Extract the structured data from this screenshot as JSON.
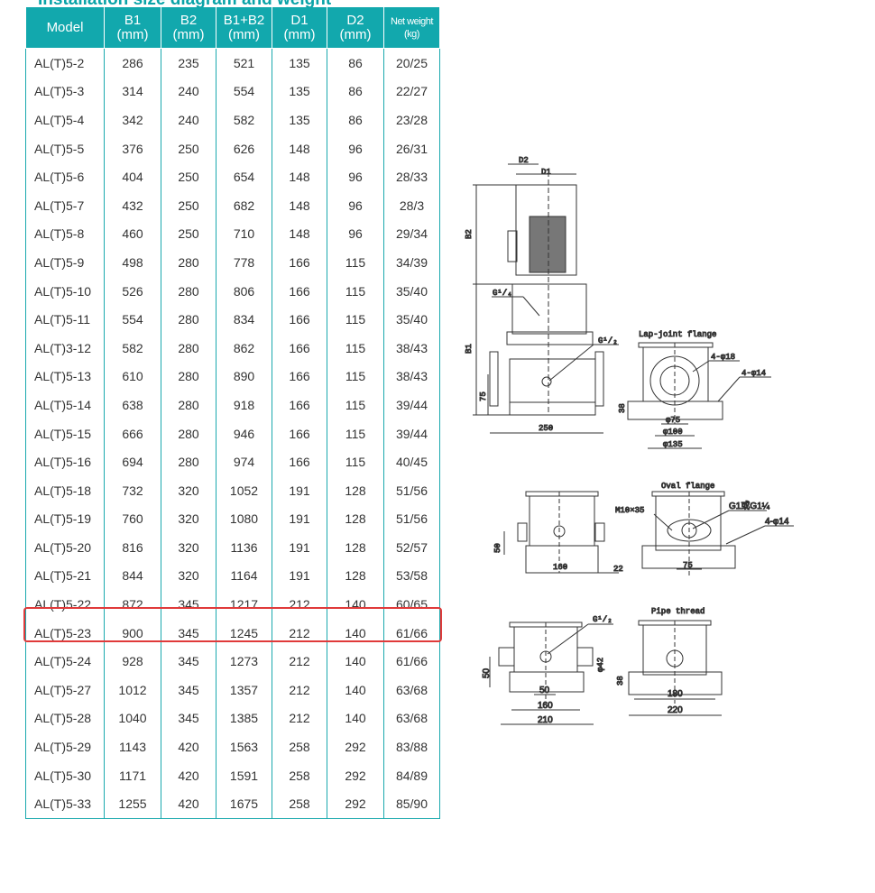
{
  "title": "Installation size diagram and weight",
  "table": {
    "headers": [
      [
        "Model",
        ""
      ],
      [
        "B1",
        "(mm)"
      ],
      [
        "B2",
        "(mm)"
      ],
      [
        "B1+B2",
        "(mm)"
      ],
      [
        "D1",
        "(mm)"
      ],
      [
        "D2",
        "(mm)"
      ],
      [
        "Net weight",
        "(kg)"
      ]
    ],
    "rows": [
      [
        "AL(T)5-2",
        "286",
        "235",
        "521",
        "135",
        "86",
        "20/25"
      ],
      [
        "AL(T)5-3",
        "314",
        "240",
        "554",
        "135",
        "86",
        "22/27"
      ],
      [
        "AL(T)5-4",
        "342",
        "240",
        "582",
        "135",
        "86",
        "23/28"
      ],
      [
        "AL(T)5-5",
        "376",
        "250",
        "626",
        "148",
        "96",
        "26/31"
      ],
      [
        "AL(T)5-6",
        "404",
        "250",
        "654",
        "148",
        "96",
        "28/33"
      ],
      [
        "AL(T)5-7",
        "432",
        "250",
        "682",
        "148",
        "96",
        "28/3"
      ],
      [
        "AL(T)5-8",
        "460",
        "250",
        "710",
        "148",
        "96",
        "29/34"
      ],
      [
        "AL(T)5-9",
        "498",
        "280",
        "778",
        "166",
        "115",
        "34/39"
      ],
      [
        "AL(T)5-10",
        "526",
        "280",
        "806",
        "166",
        "115",
        "35/40"
      ],
      [
        "AL(T)5-11",
        "554",
        "280",
        "834",
        "166",
        "115",
        "35/40"
      ],
      [
        "AL(T)3-12",
        "582",
        "280",
        "862",
        "166",
        "115",
        "38/43"
      ],
      [
        "AL(T)5-13",
        "610",
        "280",
        "890",
        "166",
        "115",
        "38/43"
      ],
      [
        "AL(T)5-14",
        "638",
        "280",
        "918",
        "166",
        "115",
        "39/44"
      ],
      [
        "AL(T)5-15",
        "666",
        "280",
        "946",
        "166",
        "115",
        "39/44"
      ],
      [
        "AL(T)5-16",
        "694",
        "280",
        "974",
        "166",
        "115",
        "40/45"
      ],
      [
        "AL(T)5-18",
        "732",
        "320",
        "1052",
        "191",
        "128",
        "51/56"
      ],
      [
        "AL(T)5-19",
        "760",
        "320",
        "1080",
        "191",
        "128",
        "51/56"
      ],
      [
        "AL(T)5-20",
        "816",
        "320",
        "1136",
        "191",
        "128",
        "52/57"
      ],
      [
        "AL(T)5-21",
        "844",
        "320",
        "1164",
        "191",
        "128",
        "53/58"
      ],
      [
        "AL(T)5-22",
        "872",
        "345",
        "1217",
        "212",
        "140",
        "60/65"
      ],
      [
        "AL(T)5-23",
        "900",
        "345",
        "1245",
        "212",
        "140",
        "61/66"
      ],
      [
        "AL(T)5-24",
        "928",
        "345",
        "1273",
        "212",
        "140",
        "61/66"
      ],
      [
        "AL(T)5-27",
        "1012",
        "345",
        "1357",
        "212",
        "140",
        "63/68"
      ],
      [
        "AL(T)5-28",
        "1040",
        "345",
        "1385",
        "212",
        "140",
        "63/68"
      ],
      [
        "AL(T)5-29",
        "1143",
        "420",
        "1563",
        "258",
        "292",
        "83/88"
      ],
      [
        "AL(T)5-30",
        "1171",
        "420",
        "1591",
        "258",
        "292",
        "84/89"
      ],
      [
        "AL(T)5-33",
        "1255",
        "420",
        "1675",
        "258",
        "292",
        "85/90"
      ]
    ],
    "highlighted_row": "AL(T)5-22",
    "colors": {
      "header": "#12a8ad",
      "highlight": "#e03a3a"
    }
  },
  "diagram": {
    "main": {
      "D2": "D2",
      "D1": "D1",
      "B2": "B2",
      "B1": "B1",
      "g14": "G¹/₄",
      "g12": "G¹/₂",
      "h75": "75",
      "w250": "250"
    },
    "lap": {
      "title": "Lap-joint flange",
      "holes18": "4-φ18",
      "holes14": "4-φ14",
      "h38": "38",
      "d75": "φ75",
      "d100": "φ100",
      "d135": "φ135"
    },
    "oval_side": {
      "h50": "50",
      "w160": "160",
      "w22": "22"
    },
    "oval": {
      "title": "Oval flange",
      "bolt": "M10×35",
      "thread": "G1或G1¼",
      "holes14": "4-φ14",
      "w75": "75"
    },
    "pipe_side": {
      "g12": "G¹/₂",
      "d42": "φ42",
      "h50": "50",
      "w50": "50",
      "w160": "160",
      "w210": "210"
    },
    "pipe": {
      "title": "Pipe thread",
      "h38": "38",
      "w180": "180",
      "w220": "220"
    }
  }
}
